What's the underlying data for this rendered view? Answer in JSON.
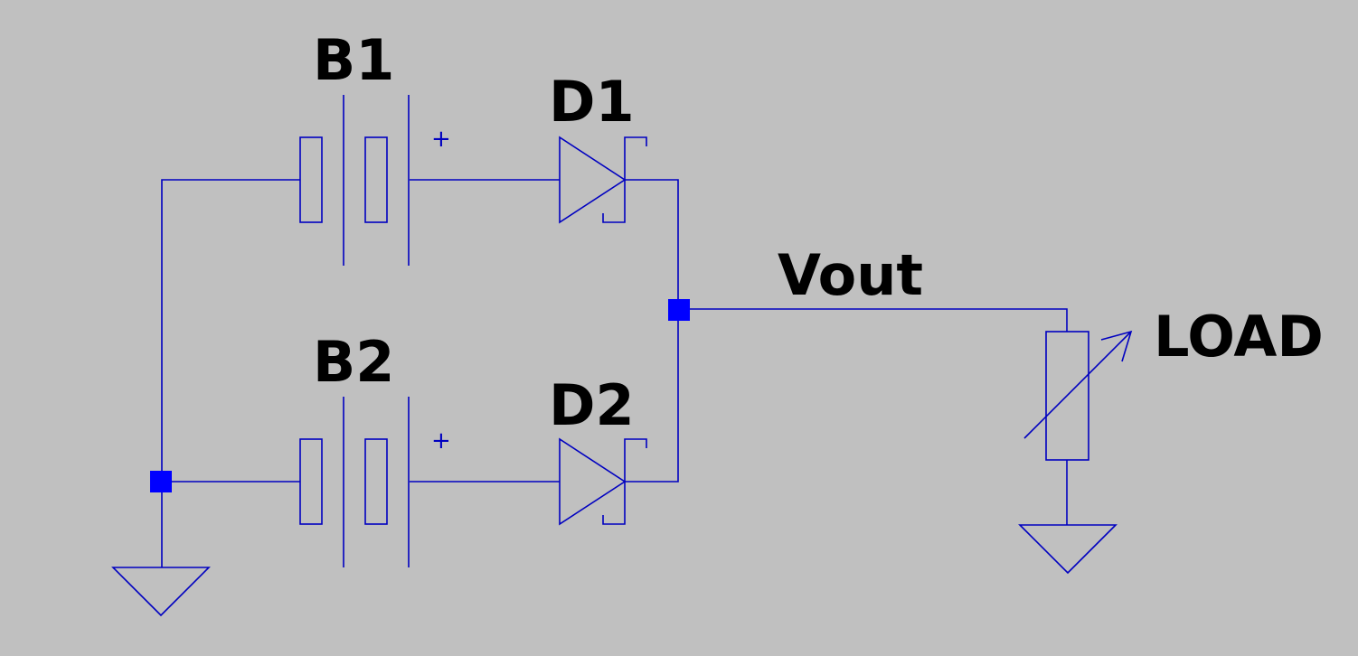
{
  "components": {
    "b1": {
      "name": "B1",
      "polarity": "+"
    },
    "b2": {
      "name": "B2",
      "polarity": "+"
    },
    "d1": {
      "name": "D1"
    },
    "d2": {
      "name": "D2"
    },
    "load": {
      "name": "LOAD"
    }
  },
  "nets": {
    "output": {
      "name": "Vout"
    }
  },
  "colors": {
    "background": "#c0c0c0",
    "wire": "#0000c0",
    "junction": "#0000ff",
    "label": "#000000"
  }
}
